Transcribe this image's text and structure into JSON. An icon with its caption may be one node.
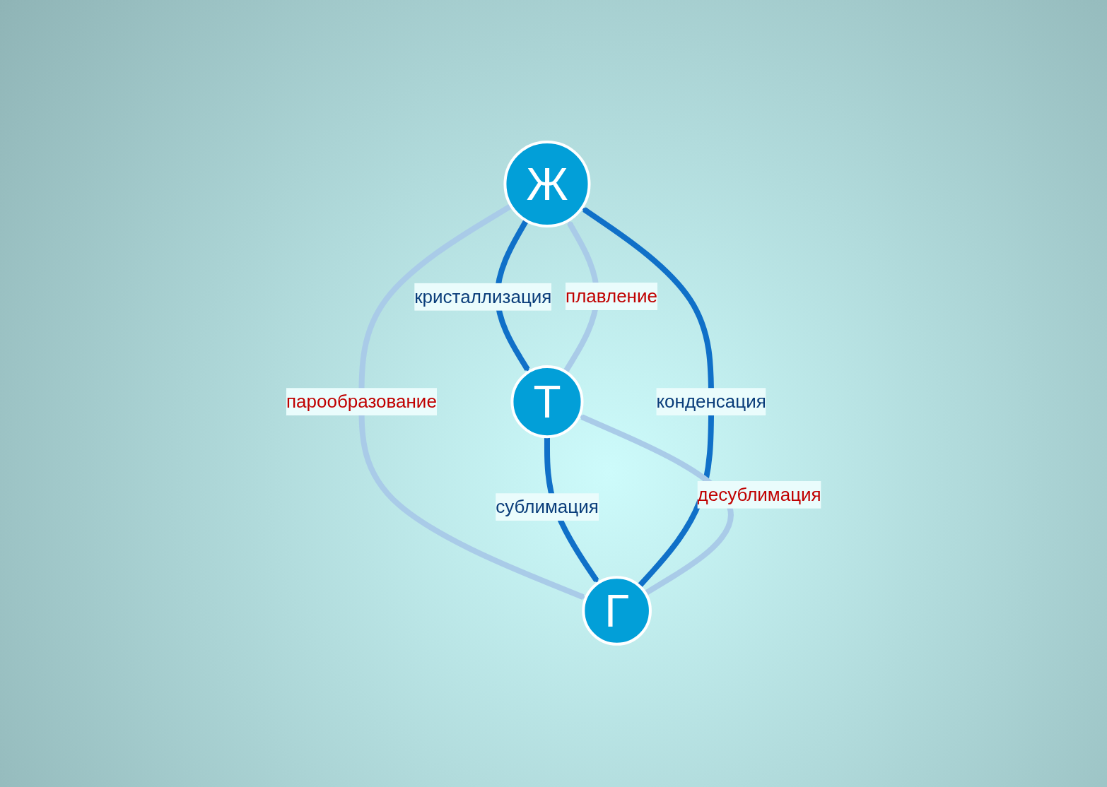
{
  "diagram": {
    "nodes": [
      {
        "text": [
          "Ж"
        ]
      },
      {
        "text": [
          "Т"
        ]
      },
      {
        "text": [
          "Г"
        ]
      }
    ],
    "edges": [
      {
        "from": 1,
        "to": 0,
        "arrow": "to",
        "label": "плавление",
        "color": "#a9cbe8"
      },
      {
        "from": 0,
        "to": 1,
        "arrow": "to",
        "label": "кристаллизация",
        "color": "#1070c8"
      },
      {
        "from": 0,
        "to": 2,
        "arrow": "to",
        "label": "парообразование",
        "color": "#a9cbe8"
      },
      {
        "from": 2,
        "to": 0,
        "arrow": "to",
        "label": "конденсация",
        "color": "#1070c8"
      },
      {
        "from": 2,
        "to": 1,
        "arrow": "to",
        "label": "десублимация",
        "color": "#a9cbe8"
      },
      {
        "from": 1,
        "to": 2,
        "arrow": "to",
        "label": "сублимация",
        "color": "#1070c8"
      }
    ]
  }
}
